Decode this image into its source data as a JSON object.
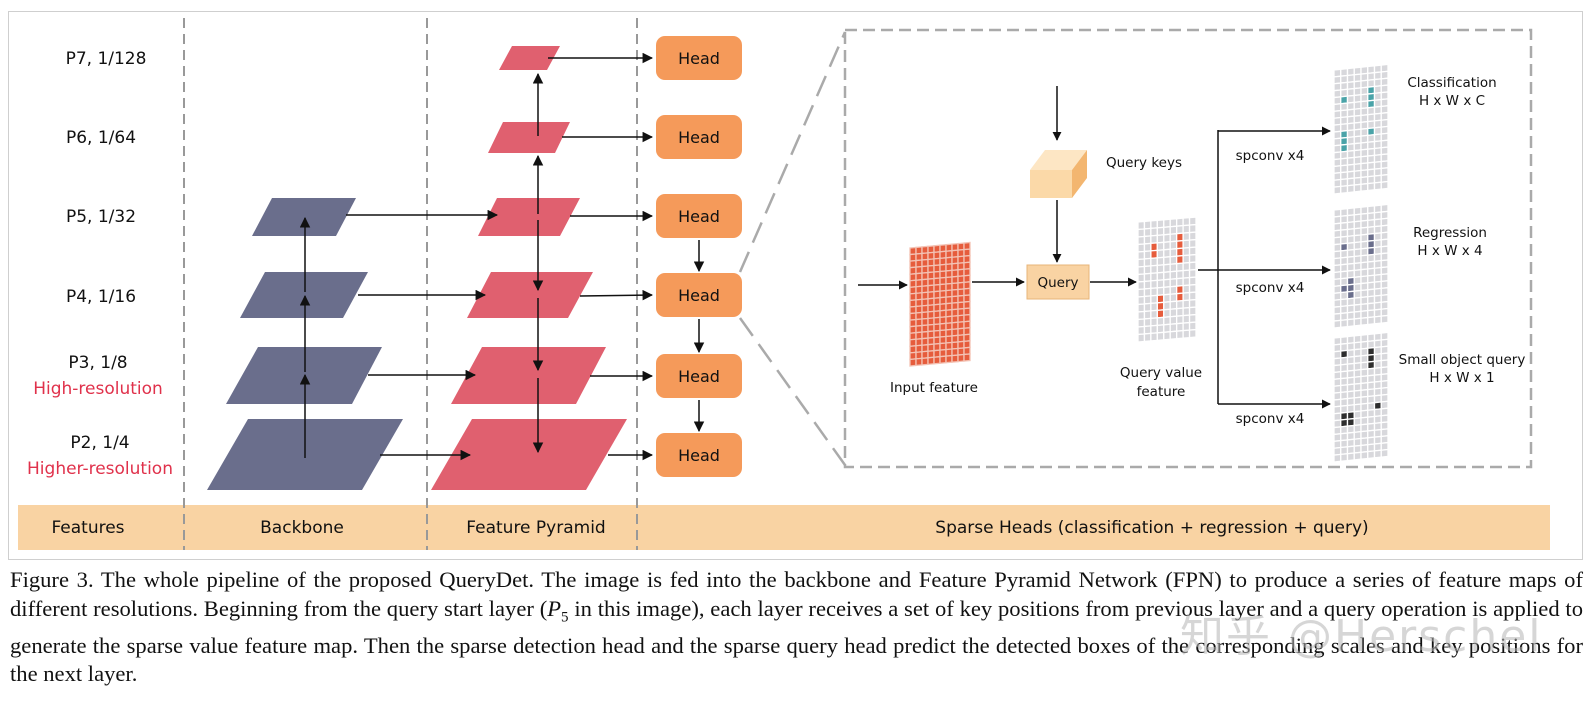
{
  "features": [
    {
      "name": "P7, 1/128",
      "res": ""
    },
    {
      "name": "P6, 1/64",
      "res": ""
    },
    {
      "name": "P5, 1/32",
      "res": ""
    },
    {
      "name": "P4, 1/16",
      "res": ""
    },
    {
      "name": "P3, 1/8",
      "res": "High-resolution"
    },
    {
      "name": "P2, 1/4",
      "res": "Higher-resolution"
    }
  ],
  "head_label": "Head",
  "detail": {
    "input_feature": "Input feature",
    "query_keys": "Query keys",
    "query": "Query",
    "query_value_line1": "Query value",
    "query_value_line2": "feature",
    "spconv": "spconv x4",
    "outputs": [
      {
        "title": "Classification",
        "dims": "H x W x C"
      },
      {
        "title": "Regression",
        "dims": "H x W x 4"
      },
      {
        "title": "Small object query",
        "dims": "H x W x 1"
      }
    ]
  },
  "bands": {
    "features": "Features",
    "backbone": "Backbone",
    "pyramid": "Feature Pyramid",
    "sparse": "Sparse Heads (classification + regression + query)"
  },
  "caption": {
    "part1": "Figure 3. The whole pipeline of the proposed QueryDet.  The image is fed into the backbone and Feature Pyramid Network (FPN) to produce a series of feature maps of different resolutions. Beginning from the query start layer (",
    "math_var": "P",
    "math_sub": "5",
    "part2": " in this image), each layer receives a set of key positions from previous layer and a query operation is applied to generate the sparse value feature map. Then the sparse detection head and the sparse query head predict the detected boxes of the corresponding scales and key positions for the next layer."
  },
  "watermark": "知乎 @Herschel",
  "colors": {
    "backbone": "#6a6e8c",
    "pyramid": "#e0606f",
    "head": "#f59a5a",
    "band": "#f9d3a3",
    "query_box": "#f9d3a3",
    "red_label": "#e0314b",
    "cls_cell": "#4aa3a8",
    "reg_cell": "#6a6e8c",
    "small_cell": "#2e2e2e",
    "sparse_cell": "#e65c3c"
  }
}
